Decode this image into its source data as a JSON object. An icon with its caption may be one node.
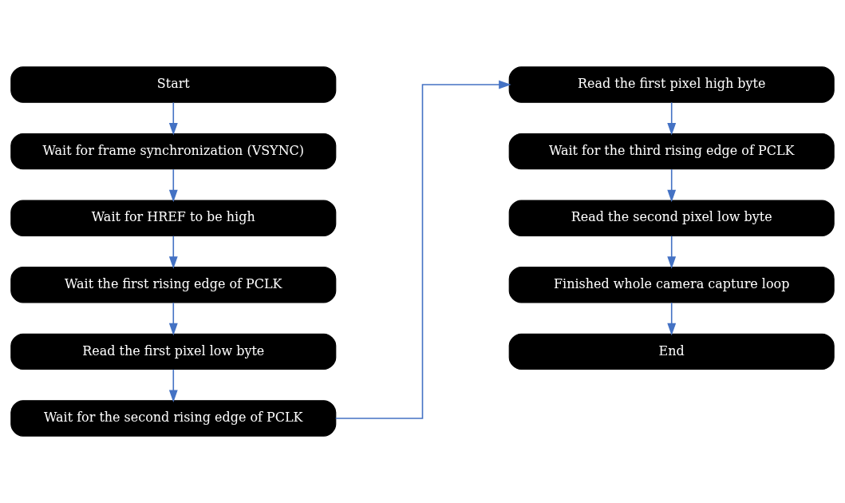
{
  "diagram": {
    "nodes": [
      {
        "text": [
          "Start"
        ]
      },
      {
        "text": [
          "Wait for frame synchronization (VSYNC)"
        ]
      },
      {
        "text": [
          "Wait for HREF to be high"
        ]
      },
      {
        "text": [
          "Wait the first rising edge of PCLK"
        ]
      },
      {
        "text": [
          "Read the first pixel low byte"
        ]
      },
      {
        "text": [
          "Wait for the second rising edge of PCLK"
        ]
      },
      {
        "text": [
          "Read the first pixel high byte"
        ]
      },
      {
        "text": [
          "Wait for the third rising edge of PCLK"
        ]
      },
      {
        "text": [
          "Read the second pixel low byte"
        ]
      },
      {
        "text": [
          "Finished whole camera capture loop"
        ]
      },
      {
        "text": [
          "End"
        ]
      }
    ],
    "edges": [
      {
        "from": 0,
        "to": 1,
        "arrow": "to"
      },
      {
        "from": 1,
        "to": 2,
        "arrow": "to"
      },
      {
        "from": 2,
        "to": 3,
        "arrow": "to"
      },
      {
        "from": 3,
        "to": 4,
        "arrow": "to"
      },
      {
        "from": 4,
        "to": 5,
        "arrow": "to"
      },
      {
        "from": 5,
        "to": 6,
        "arrow": "to"
      },
      {
        "from": 6,
        "to": 7,
        "arrow": "to"
      },
      {
        "from": 7,
        "to": 8,
        "arrow": "to"
      },
      {
        "from": 8,
        "to": 9,
        "arrow": "to"
      },
      {
        "from": 9,
        "to": 10,
        "arrow": "to"
      }
    ]
  }
}
